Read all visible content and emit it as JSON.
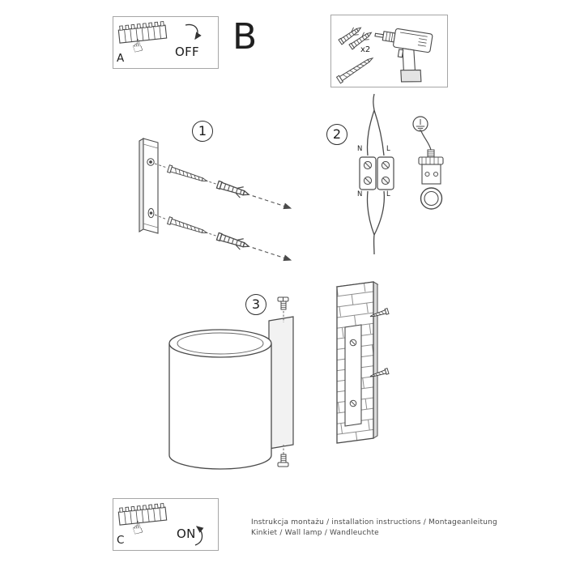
{
  "sheet": {
    "type_label": "B",
    "footer": {
      "line1": "Instrukcja montażu / installation instructions / Montageanleitung",
      "line2": "Kinkiet / Wall lamp / Wandleuchte"
    }
  },
  "power_panels": {
    "before": {
      "corner_label": "A",
      "switch_state": "OFF"
    },
    "after": {
      "corner_label": "C",
      "switch_state": "ON"
    }
  },
  "tools": {
    "anchor_count": "x2"
  },
  "steps": [
    {
      "number": "1"
    },
    {
      "number": "2"
    },
    {
      "number": "3"
    }
  ],
  "wiring_labels": {
    "top_n": "N",
    "top_l": "L",
    "bottom_n": "N",
    "bottom_l": "L"
  },
  "icons": {
    "hand_point": "☝"
  },
  "colors": {
    "line": "#4a4a4a",
    "accent": "#2f2f2f"
  }
}
